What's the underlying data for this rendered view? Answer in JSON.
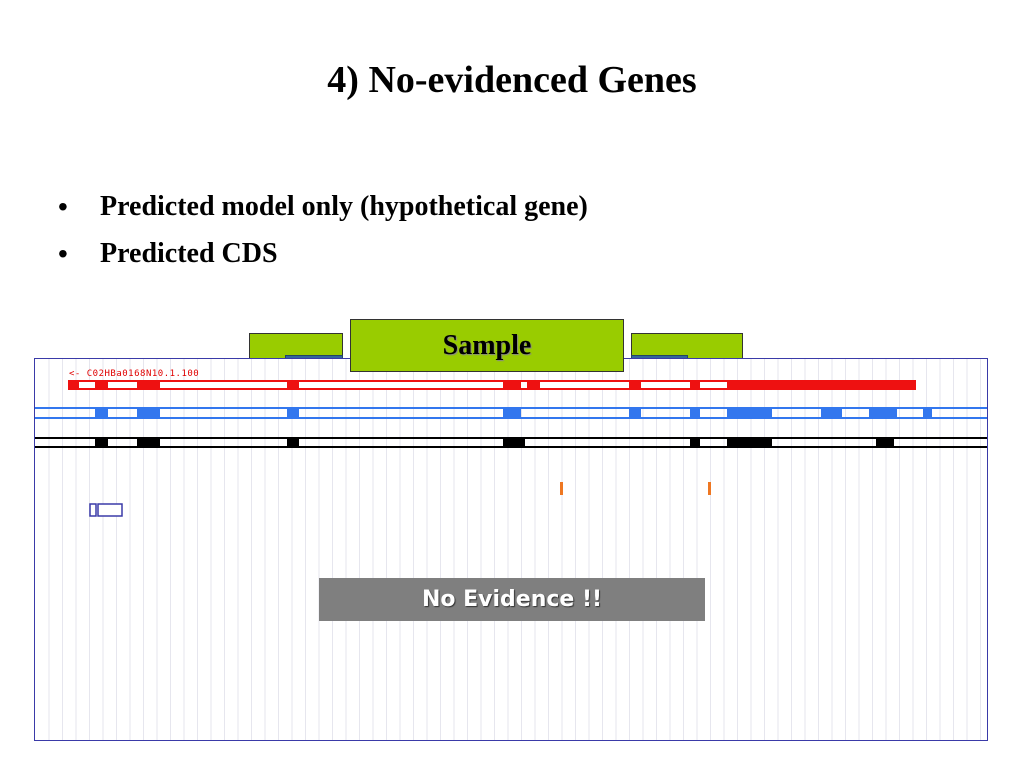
{
  "slide": {
    "title": "4) No-evidenced Genes",
    "bullets": [
      "Predicted model only (hypothetical gene)",
      "Predicted CDS"
    ],
    "sample_label": "Sample",
    "no_evidence_label": "No Evidence !!"
  },
  "viewer": {
    "track_label": "<- C02HBa0168N10.1.100",
    "colors": {
      "predicted_model": "#ee1111",
      "blue_track": "#3377ee",
      "black_track": "#000000",
      "orange_marks": "#ee7722",
      "border": "#3a3aa8",
      "grid": "#e6e6ee"
    }
  }
}
